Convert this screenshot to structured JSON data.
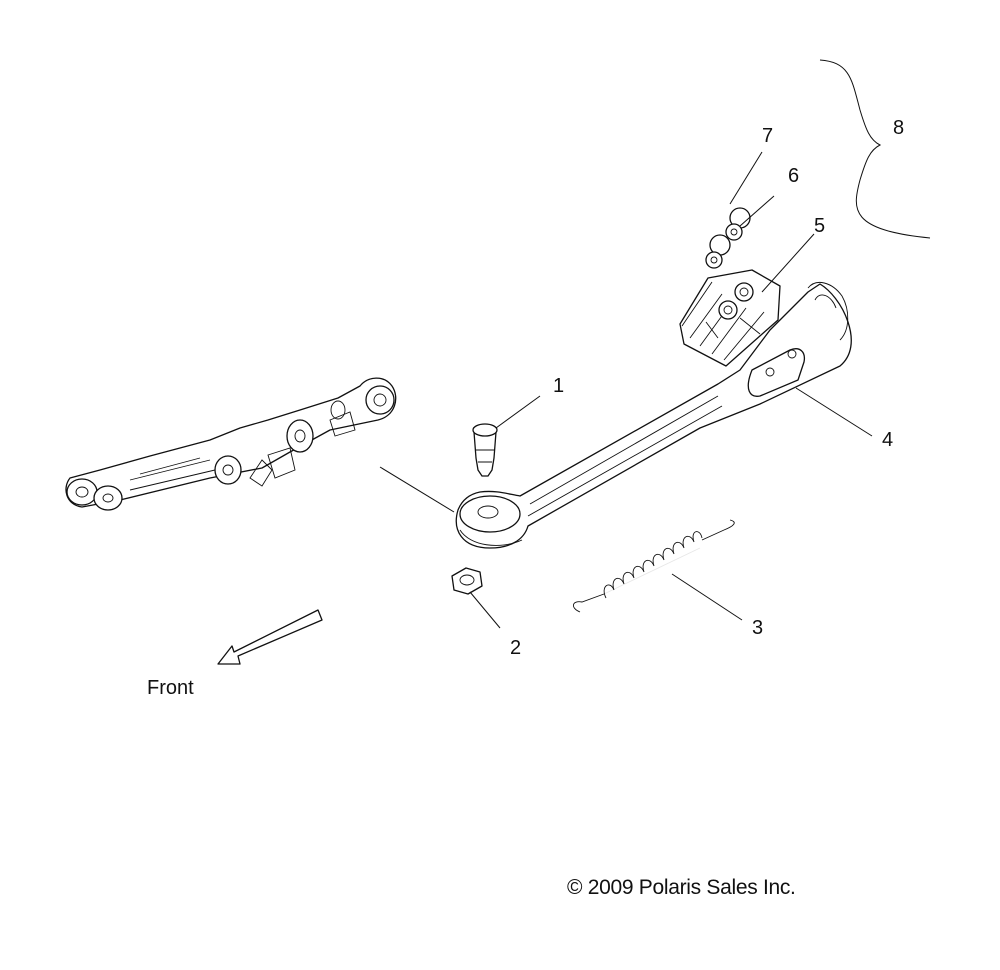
{
  "diagram": {
    "callouts": [
      {
        "id": "1",
        "label": "1"
      },
      {
        "id": "2",
        "label": "2"
      },
      {
        "id": "3",
        "label": "3"
      },
      {
        "id": "4",
        "label": "4"
      },
      {
        "id": "5",
        "label": "5"
      },
      {
        "id": "6",
        "label": "6"
      },
      {
        "id": "7",
        "label": "7"
      },
      {
        "id": "8",
        "label": "8"
      }
    ],
    "front_label": "Front",
    "copyright": "© 2009 Polaris Sales Inc."
  }
}
